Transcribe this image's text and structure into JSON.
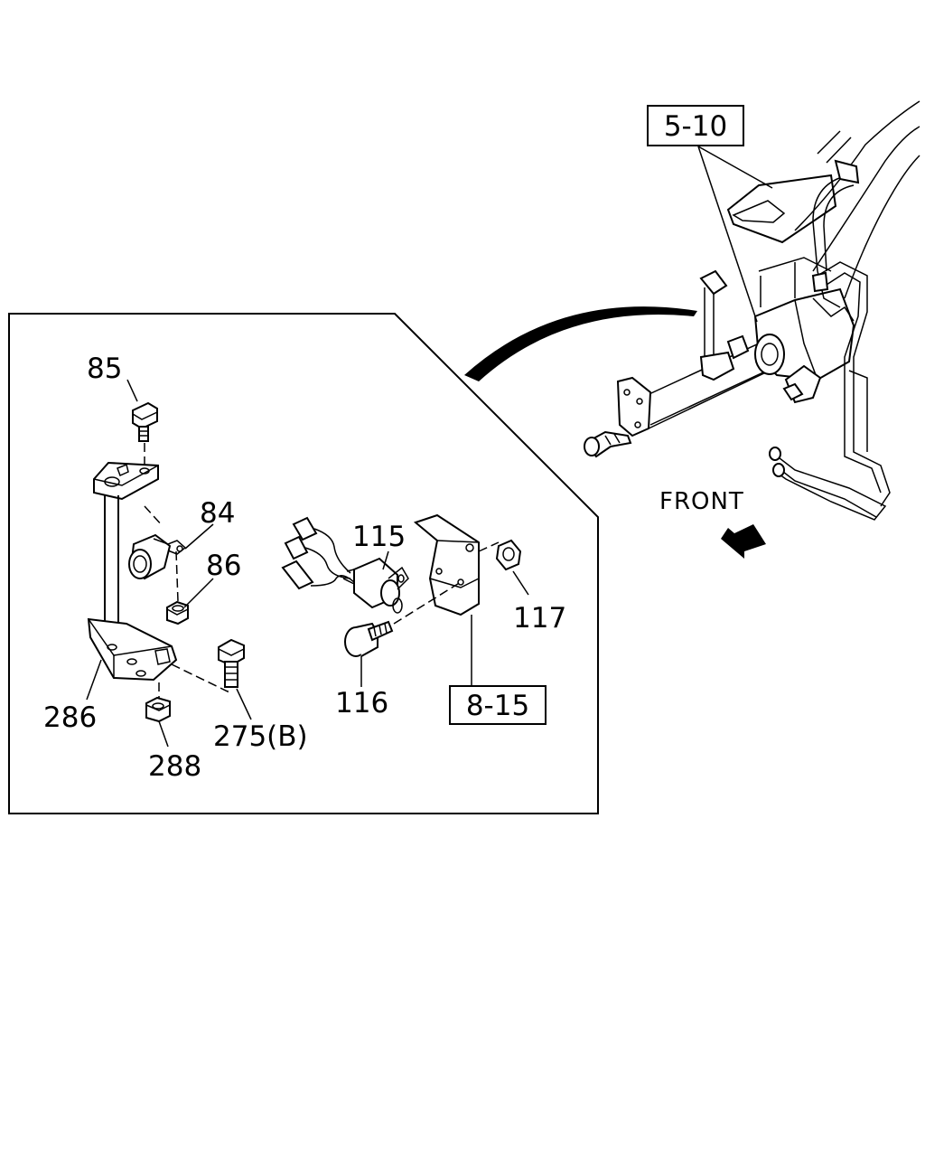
{
  "callouts": {
    "ref_5_10": "5-10",
    "ref_8_15": "8-15",
    "front": "FRONT",
    "p85": "85",
    "p84": "84",
    "p86": "86",
    "p115": "115",
    "p117": "117",
    "p116": "116",
    "p286": "286",
    "p275b": "275(B)",
    "p288": "288"
  },
  "icons": [
    "front-arrow-icon",
    "curved-pointer-icon"
  ]
}
